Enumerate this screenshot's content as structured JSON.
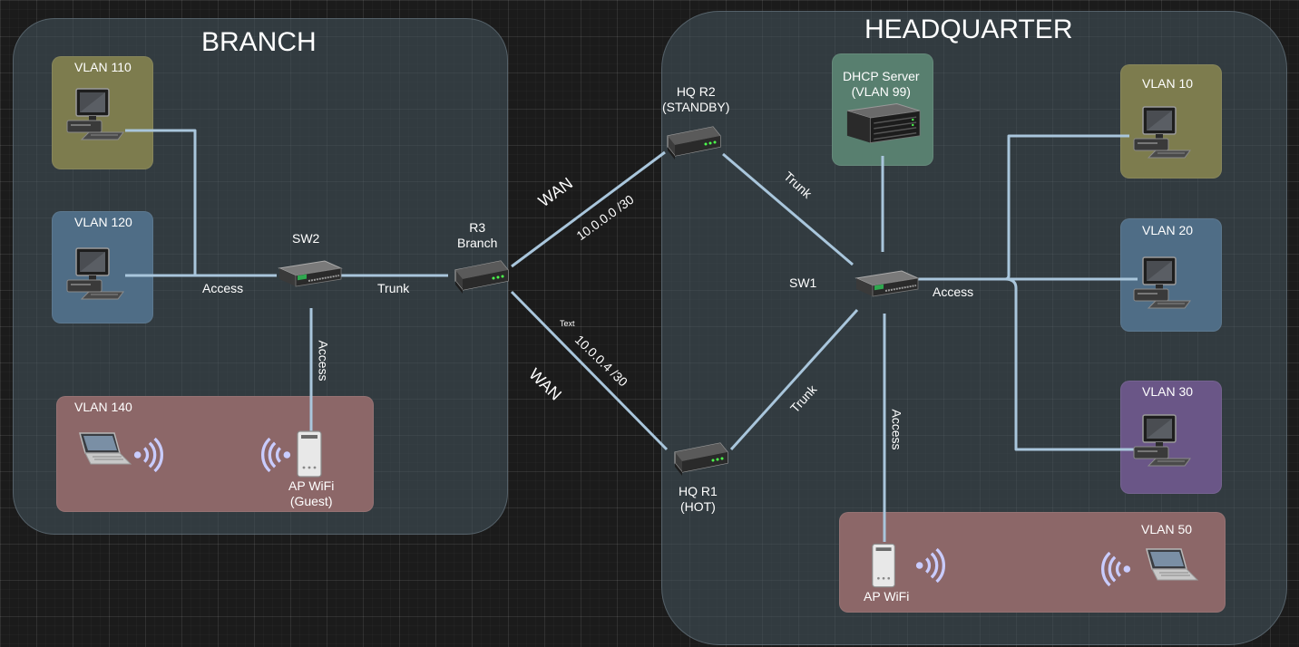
{
  "branch": {
    "title": "BRANCH",
    "vlans": {
      "v110": "VLAN 110",
      "v120": "VLAN 120",
      "v140": "VLAN 140"
    },
    "sw2_label": "SW2",
    "r3_label": "R3\nBranch",
    "ap_label": "AP WiFi\n(Guest)",
    "links": {
      "access_h": "Access",
      "trunk_h": "Trunk",
      "access_v": "Access"
    }
  },
  "wan": {
    "wan_top": "WAN",
    "wan_bottom": "WAN",
    "subnet_top": "10.0.0.0 /30",
    "subnet_bottom": "10.0.0.4 /30",
    "text_tag": "Text"
  },
  "hq": {
    "title": "HEADQUARTER",
    "r2_label": "HQ R2\n(STANDBY)",
    "r1_label": "HQ R1\n(HOT)",
    "sw1_label": "SW1",
    "dhcp_label": "DHCP Server\n(VLAN 99)",
    "ap_label": "AP WiFi",
    "vlans": {
      "v10": "VLAN 10",
      "v20": "VLAN 20",
      "v30": "VLAN 30",
      "v50": "VLAN 50"
    },
    "links": {
      "trunk_top": "Trunk",
      "trunk_bottom": "Trunk",
      "access_h": "Access",
      "access_v": "Access"
    }
  },
  "colors": {
    "zone": "#46555f",
    "vlan_yellow": "#7d7c4e",
    "vlan_blue": "#4f6d86",
    "vlan_purple": "#6a5687",
    "vlan_pink": "#8c6768",
    "vlan_green": "#587f6f",
    "link": "#a9c6dc"
  }
}
